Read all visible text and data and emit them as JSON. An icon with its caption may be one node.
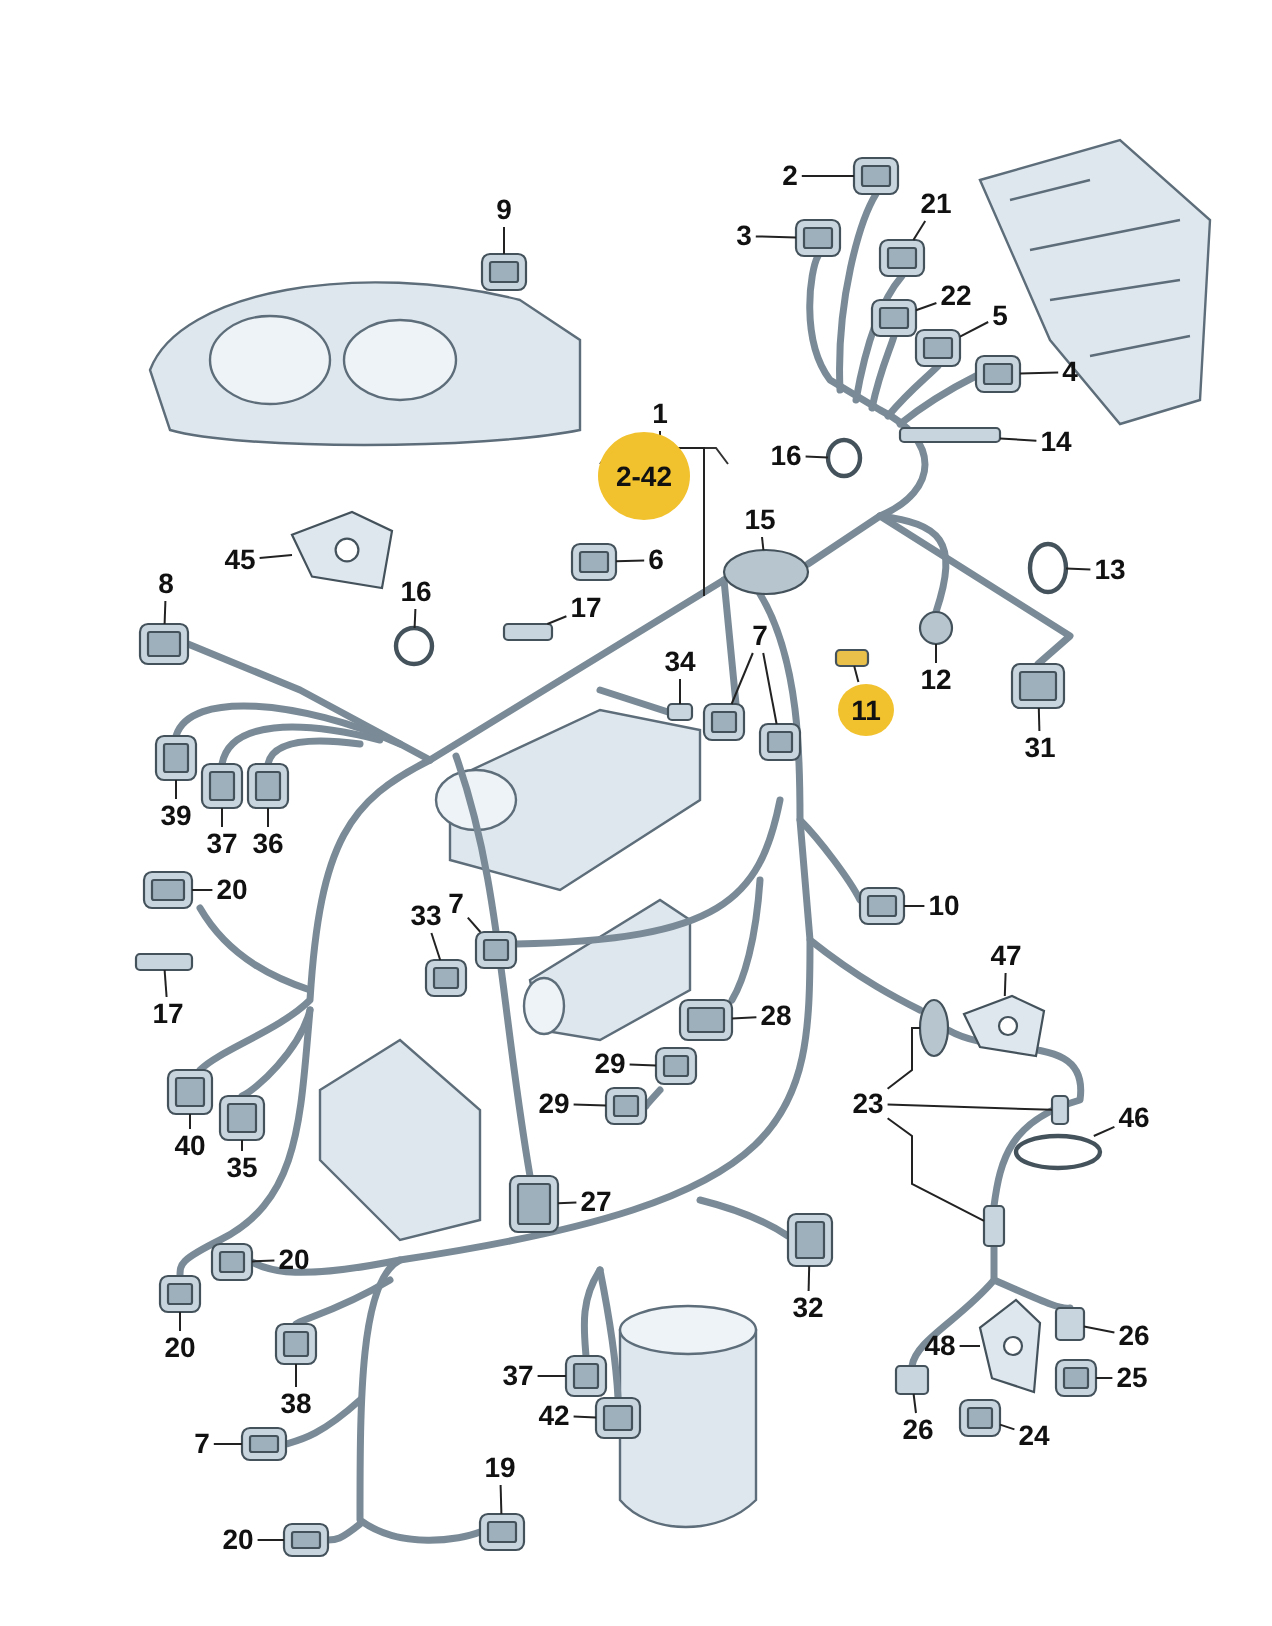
{
  "diagram": {
    "nodes": [
      {
        "text": [
          "2"
        ]
      },
      {
        "text": [
          "9"
        ]
      },
      {
        "text": [
          "21"
        ]
      },
      {
        "text": [
          "3"
        ]
      },
      {
        "text": [
          "22"
        ]
      },
      {
        "text": [
          "5"
        ]
      },
      {
        "text": [
          "4"
        ]
      },
      {
        "text": [
          "1"
        ]
      },
      {
        "text": [
          "2-42"
        ]
      },
      {
        "text": [
          "14"
        ]
      },
      {
        "text": [
          "16"
        ]
      },
      {
        "text": [
          "15"
        ]
      },
      {
        "text": [
          "45"
        ]
      },
      {
        "text": [
          "6"
        ]
      },
      {
        "text": [
          "13"
        ]
      },
      {
        "text": [
          "8"
        ]
      },
      {
        "text": [
          "16"
        ]
      },
      {
        "text": [
          "17"
        ]
      },
      {
        "text": [
          "7"
        ]
      },
      {
        "text": [
          "34"
        ]
      },
      {
        "text": [
          "12"
        ]
      },
      {
        "text": [
          "11"
        ]
      },
      {
        "text": [
          "31"
        ]
      },
      {
        "text": [
          "39"
        ]
      },
      {
        "text": [
          "37"
        ]
      },
      {
        "text": [
          "36"
        ]
      },
      {
        "text": [
          "20"
        ]
      },
      {
        "text": [
          "10"
        ]
      },
      {
        "text": [
          "7"
        ]
      },
      {
        "text": [
          "33"
        ]
      },
      {
        "text": [
          "17"
        ]
      },
      {
        "text": [
          "47"
        ]
      },
      {
        "text": [
          "28"
        ]
      },
      {
        "text": [
          "29"
        ]
      },
      {
        "text": [
          "23"
        ]
      },
      {
        "text": [
          "29"
        ]
      },
      {
        "text": [
          "40"
        ]
      },
      {
        "text": [
          "35"
        ]
      },
      {
        "text": [
          "46"
        ]
      },
      {
        "text": [
          "27"
        ]
      },
      {
        "text": [
          "20"
        ]
      },
      {
        "text": [
          "32"
        ]
      },
      {
        "text": [
          "20"
        ]
      },
      {
        "text": [
          "26"
        ]
      },
      {
        "text": [
          "48"
        ]
      },
      {
        "text": [
          "25"
        ]
      },
      {
        "text": [
          "37"
        ]
      },
      {
        "text": [
          "38"
        ]
      },
      {
        "text": [
          "42"
        ]
      },
      {
        "text": [
          "26"
        ]
      },
      {
        "text": [
          "24"
        ]
      },
      {
        "text": [
          "7"
        ]
      },
      {
        "text": [
          "19"
        ]
      },
      {
        "text": [
          "20"
        ]
      },
      {
        "text": [],
        "shape": "picture"
      },
      {
        "text": [],
        "shape": "picture"
      },
      {
        "text": [],
        "shape": "picture"
      },
      {
        "text": [],
        "shape": "picture"
      },
      {
        "text": [],
        "shape": "picture"
      },
      {
        "text": [],
        "shape": "picture"
      },
      {
        "text": [],
        "shape": "picture"
      },
      {
        "text": [],
        "shape": "box"
      },
      {
        "text": [],
        "shape": "circle"
      },
      {
        "text": [],
        "shape": "circle"
      },
      {
        "text": [],
        "shape": "picture"
      },
      {
        "text": [],
        "shape": "picture"
      },
      {
        "text": [],
        "shape": "circle"
      },
      {
        "text": [],
        "shape": "picture"
      },
      {
        "text": [],
        "shape": "circle"
      },
      {
        "text": [],
        "shape": "box"
      },
      {
        "text": [],
        "shape": "picture"
      },
      {
        "text": [],
        "shape": "picture"
      },
      {
        "text": [],
        "shape": "box"
      },
      {
        "text": [],
        "shape": "circle"
      },
      {
        "text": [],
        "shape": "box"
      },
      {
        "text": [],
        "shape": "picture"
      },
      {
        "text": [],
        "shape": "picture"
      },
      {
        "text": [],
        "shape": "picture"
      },
      {
        "text": [],
        "shape": "picture"
      },
      {
        "text": [],
        "shape": "picture"
      },
      {
        "text": [],
        "shape": "picture"
      },
      {
        "text": [],
        "shape": "picture"
      },
      {
        "text": [],
        "shape": "picture"
      },
      {
        "text": [],
        "shape": "box"
      },
      {
        "text": [],
        "shape": "picture"
      },
      {
        "text": [],
        "shape": "picture"
      },
      {
        "text": [],
        "shape": "picture"
      },
      {
        "text": [],
        "shape": "circle"
      },
      {
        "text": [],
        "shape": "box"
      },
      {
        "text": [],
        "shape": "box"
      },
      {
        "text": [],
        "shape": "picture"
      },
      {
        "text": [],
        "shape": "picture"
      },
      {
        "text": [],
        "shape": "picture"
      },
      {
        "text": [],
        "shape": "circle"
      },
      {
        "text": [],
        "shape": "picture"
      },
      {
        "text": [],
        "shape": "picture"
      },
      {
        "text": [],
        "shape": "picture"
      },
      {
        "text": [],
        "shape": "picture"
      },
      {
        "text": [],
        "shape": "box"
      },
      {
        "text": [],
        "shape": "picture"
      },
      {
        "text": [],
        "shape": "picture"
      },
      {
        "text": [],
        "shape": "picture"
      },
      {
        "text": [],
        "shape": "picture"
      },
      {
        "text": [],
        "shape": "picture"
      },
      {
        "text": [],
        "shape": "box"
      },
      {
        "text": [],
        "shape": "picture"
      },
      {
        "text": [],
        "shape": "picture"
      },
      {
        "text": [],
        "shape": "picture"
      },
      {
        "text": [],
        "shape": "picture"
      }
    ],
    "edges": [
      {
        "from": 0,
        "to": 54,
        "arrow": "none"
      },
      {
        "from": 1,
        "to": 55,
        "arrow": "none"
      },
      {
        "from": 2,
        "to": 56,
        "arrow": "none"
      },
      {
        "from": 3,
        "to": 57,
        "arrow": "none"
      },
      {
        "from": 4,
        "to": 58,
        "arrow": "none"
      },
      {
        "from": 5,
        "to": 59,
        "arrow": "none"
      },
      {
        "from": 6,
        "to": 60,
        "arrow": "none"
      },
      {
        "from": 7,
        "to": null,
        "arrow": "none"
      },
      {
        "from": 9,
        "to": 61,
        "arrow": "none"
      },
      {
        "from": 10,
        "to": 62,
        "arrow": "none"
      },
      {
        "from": 11,
        "to": 63,
        "arrow": "none"
      },
      {
        "from": 12,
        "to": 64,
        "arrow": "none"
      },
      {
        "from": 13,
        "to": 65,
        "arrow": "none"
      },
      {
        "from": 14,
        "to": 66,
        "arrow": "none"
      },
      {
        "from": 15,
        "to": 67,
        "arrow": "none"
      },
      {
        "from": 16,
        "to": 68,
        "arrow": "none"
      },
      {
        "from": 17,
        "to": 69,
        "arrow": "none"
      },
      {
        "from": 18,
        "to": 70,
        "arrow": "none"
      },
      {
        "from": 18,
        "to": 71,
        "arrow": "none"
      },
      {
        "from": 19,
        "to": 72,
        "arrow": "none"
      },
      {
        "from": 20,
        "to": 73,
        "arrow": "none"
      },
      {
        "from": 21,
        "to": 74,
        "arrow": "none"
      },
      {
        "from": 22,
        "to": 75,
        "arrow": "none"
      },
      {
        "from": 23,
        "to": 76,
        "arrow": "none"
      },
      {
        "from": 24,
        "to": 77,
        "arrow": "none"
      },
      {
        "from": 25,
        "to": 78,
        "arrow": "none"
      },
      {
        "from": 26,
        "to": 79,
        "arrow": "none"
      },
      {
        "from": 27,
        "to": 80,
        "arrow": "none"
      },
      {
        "from": 28,
        "to": 81,
        "arrow": "none"
      },
      {
        "from": 29,
        "to": 82,
        "arrow": "none"
      },
      {
        "from": 30,
        "to": 83,
        "arrow": "none"
      },
      {
        "from": 31,
        "to": 84,
        "arrow": "none"
      },
      {
        "from": 32,
        "to": 85,
        "arrow": "none"
      },
      {
        "from": 33,
        "to": 86,
        "arrow": "none"
      },
      {
        "from": 34,
        "to": 87,
        "arrow": "none"
      },
      {
        "from": 34,
        "to": 88,
        "arrow": "none"
      },
      {
        "from": 34,
        "to": 89,
        "arrow": "none"
      },
      {
        "from": 35,
        "to": 90,
        "arrow": "none"
      },
      {
        "from": 36,
        "to": 91,
        "arrow": "none"
      },
      {
        "from": 37,
        "to": 92,
        "arrow": "none"
      },
      {
        "from": 38,
        "to": 93,
        "arrow": "none"
      },
      {
        "from": 39,
        "to": 94,
        "arrow": "none"
      },
      {
        "from": 40,
        "to": 95,
        "arrow": "none"
      },
      {
        "from": 41,
        "to": 96,
        "arrow": "none"
      },
      {
        "from": 42,
        "to": 97,
        "arrow": "none"
      },
      {
        "from": 43,
        "to": 98,
        "arrow": "none"
      },
      {
        "from": 44,
        "to": 99,
        "arrow": "none"
      },
      {
        "from": 45,
        "to": 100,
        "arrow": "none"
      },
      {
        "from": 46,
        "to": 101,
        "arrow": "none"
      },
      {
        "from": 47,
        "to": 102,
        "arrow": "none"
      },
      {
        "from": 48,
        "to": 103,
        "arrow": "none"
      },
      {
        "from": 49,
        "to": 104,
        "arrow": "none"
      },
      {
        "from": 50,
        "to": 105,
        "arrow": "none"
      },
      {
        "from": 51,
        "to": 106,
        "arrow": "none"
      },
      {
        "from": 52,
        "to": 107,
        "arrow": "none"
      },
      {
        "from": 53,
        "to": 108,
        "arrow": "none"
      }
    ]
  }
}
